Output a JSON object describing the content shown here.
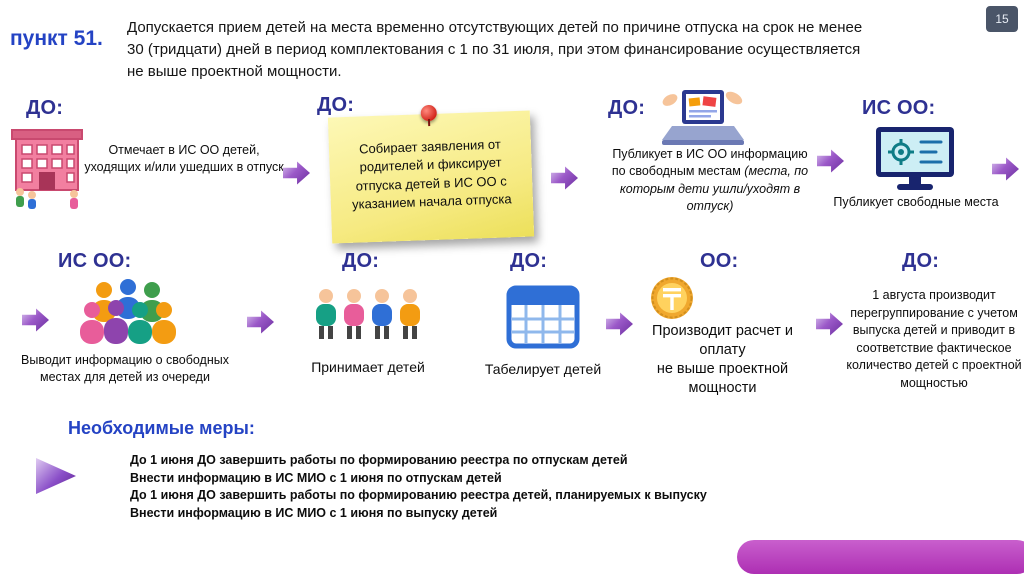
{
  "page": {
    "slide_number": "15",
    "title": "пункт 51.",
    "intro_lines": [
      "Допускается прием детей на места временно отсутствующих детей по причине отпуска на срок не менее",
      "30 (тридцати) дней в период комплектования с 1 по 31 июля, при этом финансирование осуществляется",
      "не выше проектной мощности."
    ]
  },
  "row1": {
    "step1": {
      "label": "ДО:",
      "icon": "school-icon",
      "text": "Отмечает в ИС ОО детей, уходящих и/или ушедших в отпуск"
    },
    "step2": {
      "label": "ДО:",
      "icon": "sticky-note-with-pushpin",
      "text": "Собирает заявления от родителей и фиксирует отпуска детей в ИС ОО с указанием начала отпуска"
    },
    "step3": {
      "label": "ДО:",
      "icon": "laptop-icon",
      "text": "Публикует в ИС ОО информацию по свободным местам ",
      "text_italic": "(места, по которым дети ушли/уходят в отпуск)"
    },
    "step4": {
      "label": "ИС ОО:",
      "icon": "monitor-icon",
      "text": "Публикует свободные места"
    }
  },
  "row2": {
    "step1": {
      "label": "ИС ОО:",
      "icon": "people-group-icon",
      "text": "Выводит информацию о свободных местах для детей из очереди"
    },
    "step2": {
      "label": "ДО:",
      "icon": "children-queue-icon",
      "text": "Принимает детей"
    },
    "step3": {
      "label": "ДО:",
      "icon": "spreadsheet-icon",
      "text": "Табелирует детей"
    },
    "step4": {
      "label": "ОО:",
      "icon": "tenge-coin-icon",
      "text_line1": "Производит расчет и оплату",
      "text_line2": "не выше проектной мощности"
    },
    "step5": {
      "label": "ДО:",
      "text": "1 августа производит перегруппирование с учетом выпуска детей и приводит в соответствие фактическое количество детей с проектной мощностью"
    }
  },
  "measures": {
    "title": "Необходимые меры:",
    "icon": "play-triangle-icon",
    "items": [
      "До 1 июня ДО  завершить работы по формированию реестра по отпускам детей",
      "Внести информацию в ИС МИО с 1 июня по отпускам детей",
      "До 1 июня ДО завершить работы по формированию реестра детей, планируемых к выпуску",
      "Внести информацию в ИС МИО с 1 июня по выпуску детей"
    ]
  },
  "colors": {
    "heading_blue": "#2E3192",
    "title_blue": "#2443C4",
    "arrow_purple": "#7030A0",
    "note_yellow": "#F6EA82",
    "bottom_bar_magenta": "#B93FBF",
    "badge_gray": "#4A5568"
  }
}
